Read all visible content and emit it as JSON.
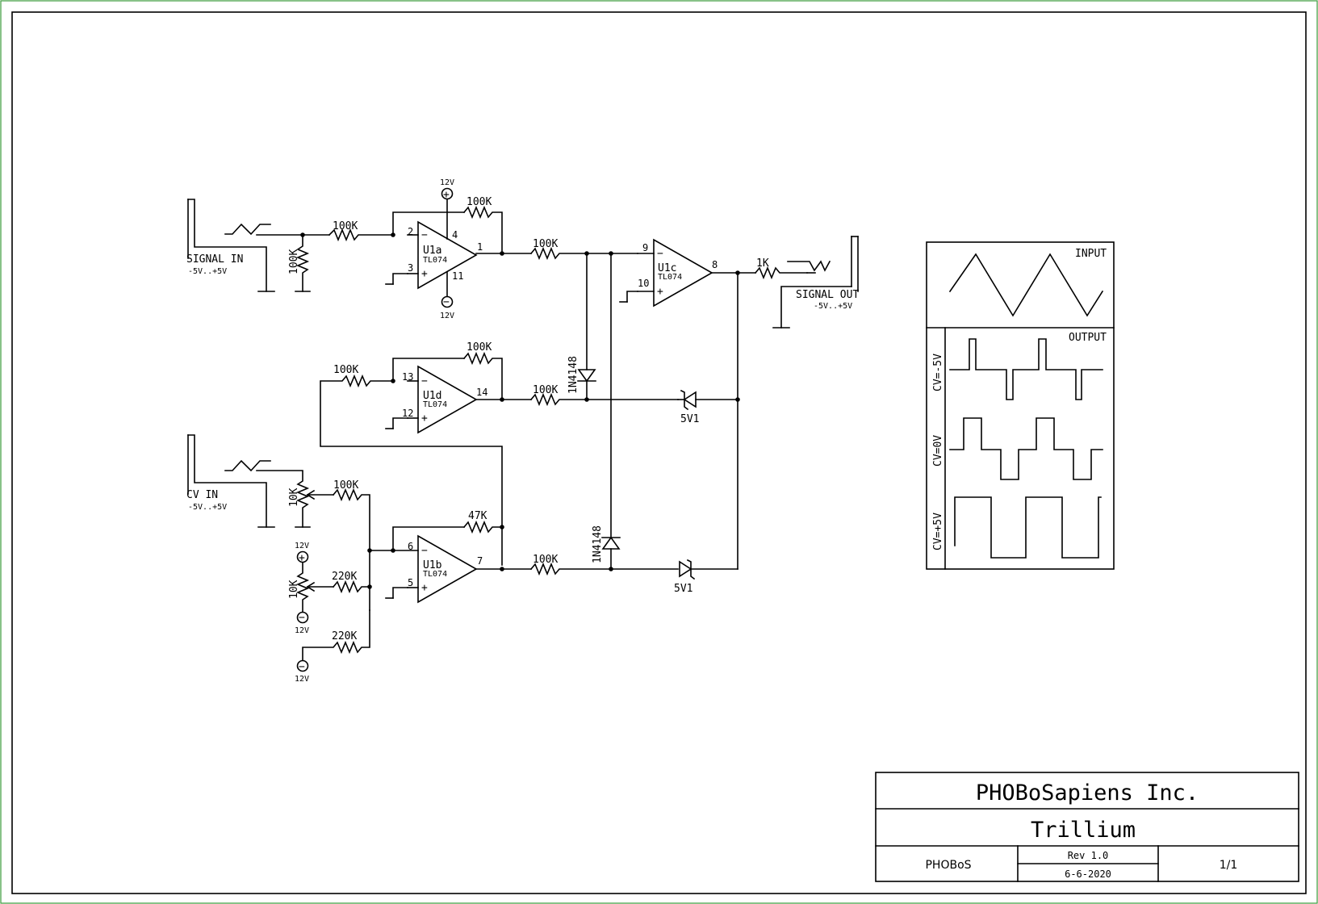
{
  "circuit": {
    "signal_in": {
      "label": "SIGNAL IN",
      "range": "-5V..+5V"
    },
    "cv_in": {
      "label": "CV IN",
      "range": "-5V..+5V"
    },
    "signal_out": {
      "label": "SIGNAL OUT",
      "range": "-5V..+5V"
    },
    "rails": {
      "pos": "12V",
      "neg": "12V"
    },
    "opamps": {
      "u1a": {
        "name": "U1a",
        "part": "TL074",
        "pin_inv": "2",
        "pin_noninv": "3",
        "pin_out": "1",
        "pin_vcc": "4",
        "pin_vee": "11"
      },
      "u1b": {
        "name": "U1b",
        "part": "TL074",
        "pin_inv": "6",
        "pin_noninv": "5",
        "pin_out": "7"
      },
      "u1c": {
        "name": "U1c",
        "part": "TL074",
        "pin_inv": "9",
        "pin_noninv": "10",
        "pin_out": "8"
      },
      "u1d": {
        "name": "U1d",
        "part": "TL074",
        "pin_inv": "13",
        "pin_noninv": "12",
        "pin_out": "14"
      }
    },
    "resistors": {
      "r_in_a": "100K",
      "r_shunt_a": "100K",
      "r_fb_a": "100K",
      "r_out_a": "100K",
      "r_in_d": "100K",
      "r_fb_d": "100K",
      "r_out_d": "100K",
      "r_cv": "100K",
      "r_offset": "220K",
      "r_bias": "220K",
      "r_fb_b": "47K",
      "r_out_b": "100K",
      "r_out": "1K"
    },
    "pots": {
      "cv_pot": "10K",
      "offset_pot": "10K"
    },
    "diodes": {
      "d1": "1N4148",
      "d2": "1N4148",
      "z1": "5V1",
      "z2": "5V1"
    }
  },
  "waveforms": {
    "input_label": "INPUT",
    "output_label": "OUTPUT",
    "rows": [
      "CV=-5V",
      "CV=0V",
      "CV=+5V"
    ]
  },
  "title_block": {
    "company": "PHOBoSapiens Inc.",
    "project": "Trillium",
    "author": "PHOBoS",
    "revision": "Rev 1.0",
    "date": "6-6-2020",
    "sheet": "1/1"
  }
}
